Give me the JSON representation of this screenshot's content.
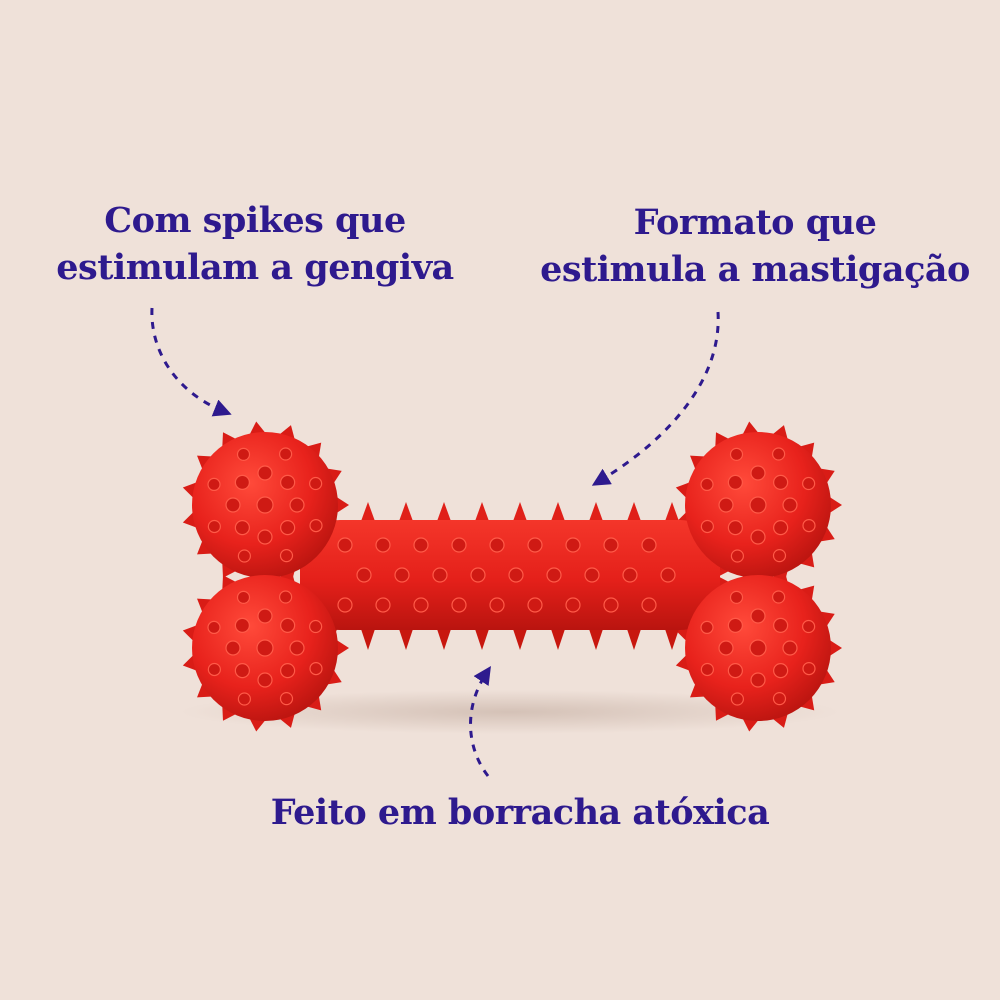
{
  "callouts": {
    "gums": {
      "line1": "Com spikes que",
      "line2": "estimulam a gengiva"
    },
    "chew": {
      "line1": "Formato que",
      "line2": "estimula a mastigação"
    },
    "rubber": {
      "line1": "Feito em borracha atóxica"
    }
  },
  "colors": {
    "background": "#efe1d9",
    "text": "#2e1a8e",
    "toy": "#e8221c"
  },
  "product": {
    "icon": "spiked-bone-chew-toy"
  }
}
